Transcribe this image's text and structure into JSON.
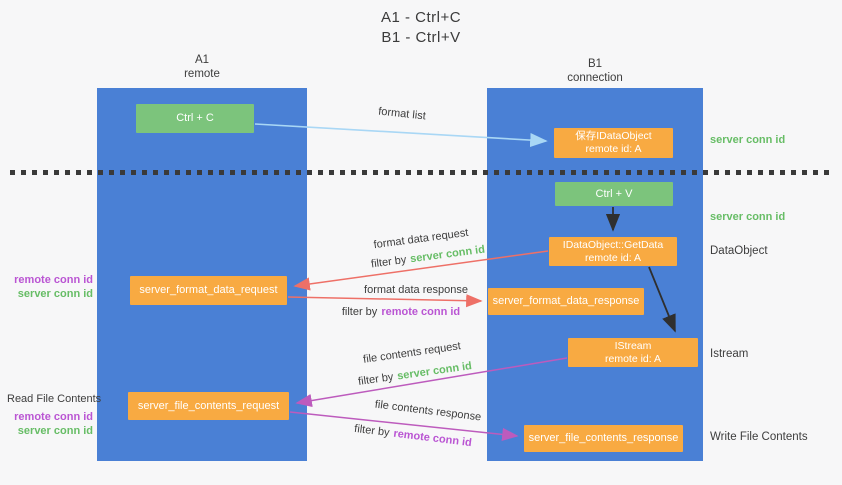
{
  "colors": {
    "background": "#f7f7f8",
    "lane_blue": "#4a80d5",
    "box_orange": "#f8aa42",
    "box_green": "#7cc47c",
    "arrow_light_blue": "#a9d7f5",
    "arrow_red": "#ee7067",
    "arrow_purple": "#bd5bbd",
    "arrow_black": "#2f2f2f",
    "text_green": "#67bd66",
    "text_purple": "#ba55d3",
    "text_dark": "#3d3d3d"
  },
  "title": {
    "line1": "A1 - Ctrl+C",
    "line2": "B1 - Ctrl+V"
  },
  "lanes": {
    "a": {
      "name": "A1",
      "subtitle": "remote"
    },
    "b": {
      "name": "B1",
      "subtitle": "connection"
    }
  },
  "nodes": {
    "ctrl_c": {
      "label": "Ctrl + C"
    },
    "save_idataobject": {
      "line1": "保存IDataObject",
      "line2": "remote id: A"
    },
    "ctrl_v": {
      "label": "Ctrl + V"
    },
    "getdata": {
      "line1": "IDataObject::GetData",
      "line2": "remote id: A"
    },
    "format_request": {
      "label": "server_format_data_request"
    },
    "format_response": {
      "label": "server_format_data_response"
    },
    "istream": {
      "line1": "IStream",
      "line2": "remote id: A"
    },
    "file_request": {
      "label": "server_file_contents_request"
    },
    "file_response": {
      "label": "server_file_contents_response"
    }
  },
  "edges": {
    "format_list": {
      "label": "format list"
    },
    "format_data_request": {
      "label": "format data request",
      "filter_prefix": "filter by",
      "filter_id": "server conn id"
    },
    "format_data_response": {
      "label": "format data response",
      "filter_prefix": "filter by",
      "filter_id": "remote conn id"
    },
    "file_contents_request": {
      "label": "file contents request",
      "filter_prefix": "filter by",
      "filter_id": "server conn id"
    },
    "file_contents_response": {
      "label": "file contents response",
      "filter_prefix": "filter by",
      "filter_id": "remote conn id"
    }
  },
  "annotations": {
    "left_format": {
      "line1": "remote conn id",
      "line2": "server conn id"
    },
    "read_file_contents": "Read File Contents",
    "left_file": {
      "line1": "remote conn id",
      "line2": "server conn id"
    },
    "right_server_conn_top": "server conn id",
    "right_server_conn_mid": "server conn id",
    "dataobject": "DataObject",
    "istream": "Istream",
    "write_file_contents": "Write File Contents"
  }
}
